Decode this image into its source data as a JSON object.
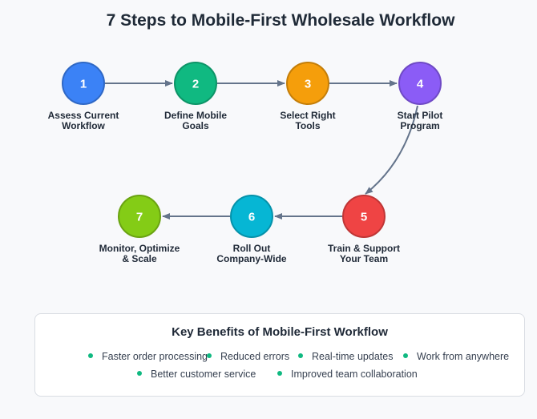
{
  "title": "7 Steps to Mobile-First Wholesale Workflow",
  "steps": [
    {
      "num": "1",
      "line1": "Assess Current",
      "line2": "Workflow",
      "color": "#3b82f6"
    },
    {
      "num": "2",
      "line1": "Define Mobile",
      "line2": "Goals",
      "color": "#10b981"
    },
    {
      "num": "3",
      "line1": "Select Right",
      "line2": "Tools",
      "color": "#f59e0b"
    },
    {
      "num": "4",
      "line1": "Start Pilot",
      "line2": "Program",
      "color": "#8b5cf6"
    },
    {
      "num": "5",
      "line1": "Train & Support",
      "line2": "Your Team",
      "color": "#ef4444"
    },
    {
      "num": "6",
      "line1": "Roll Out",
      "line2": "Company-Wide",
      "color": "#06b6d4"
    },
    {
      "num": "7",
      "line1": "Monitor, Optimize",
      "line2": "& Scale",
      "color": "#84cc16"
    }
  ],
  "benefits": {
    "title": "Key Benefits of Mobile-First Workflow",
    "items": [
      "Faster order processing",
      "Reduced errors",
      "Real-time updates",
      "Work from anywhere",
      "Better customer service",
      "Improved team collaboration"
    ],
    "bullet_color": "#10b981"
  }
}
